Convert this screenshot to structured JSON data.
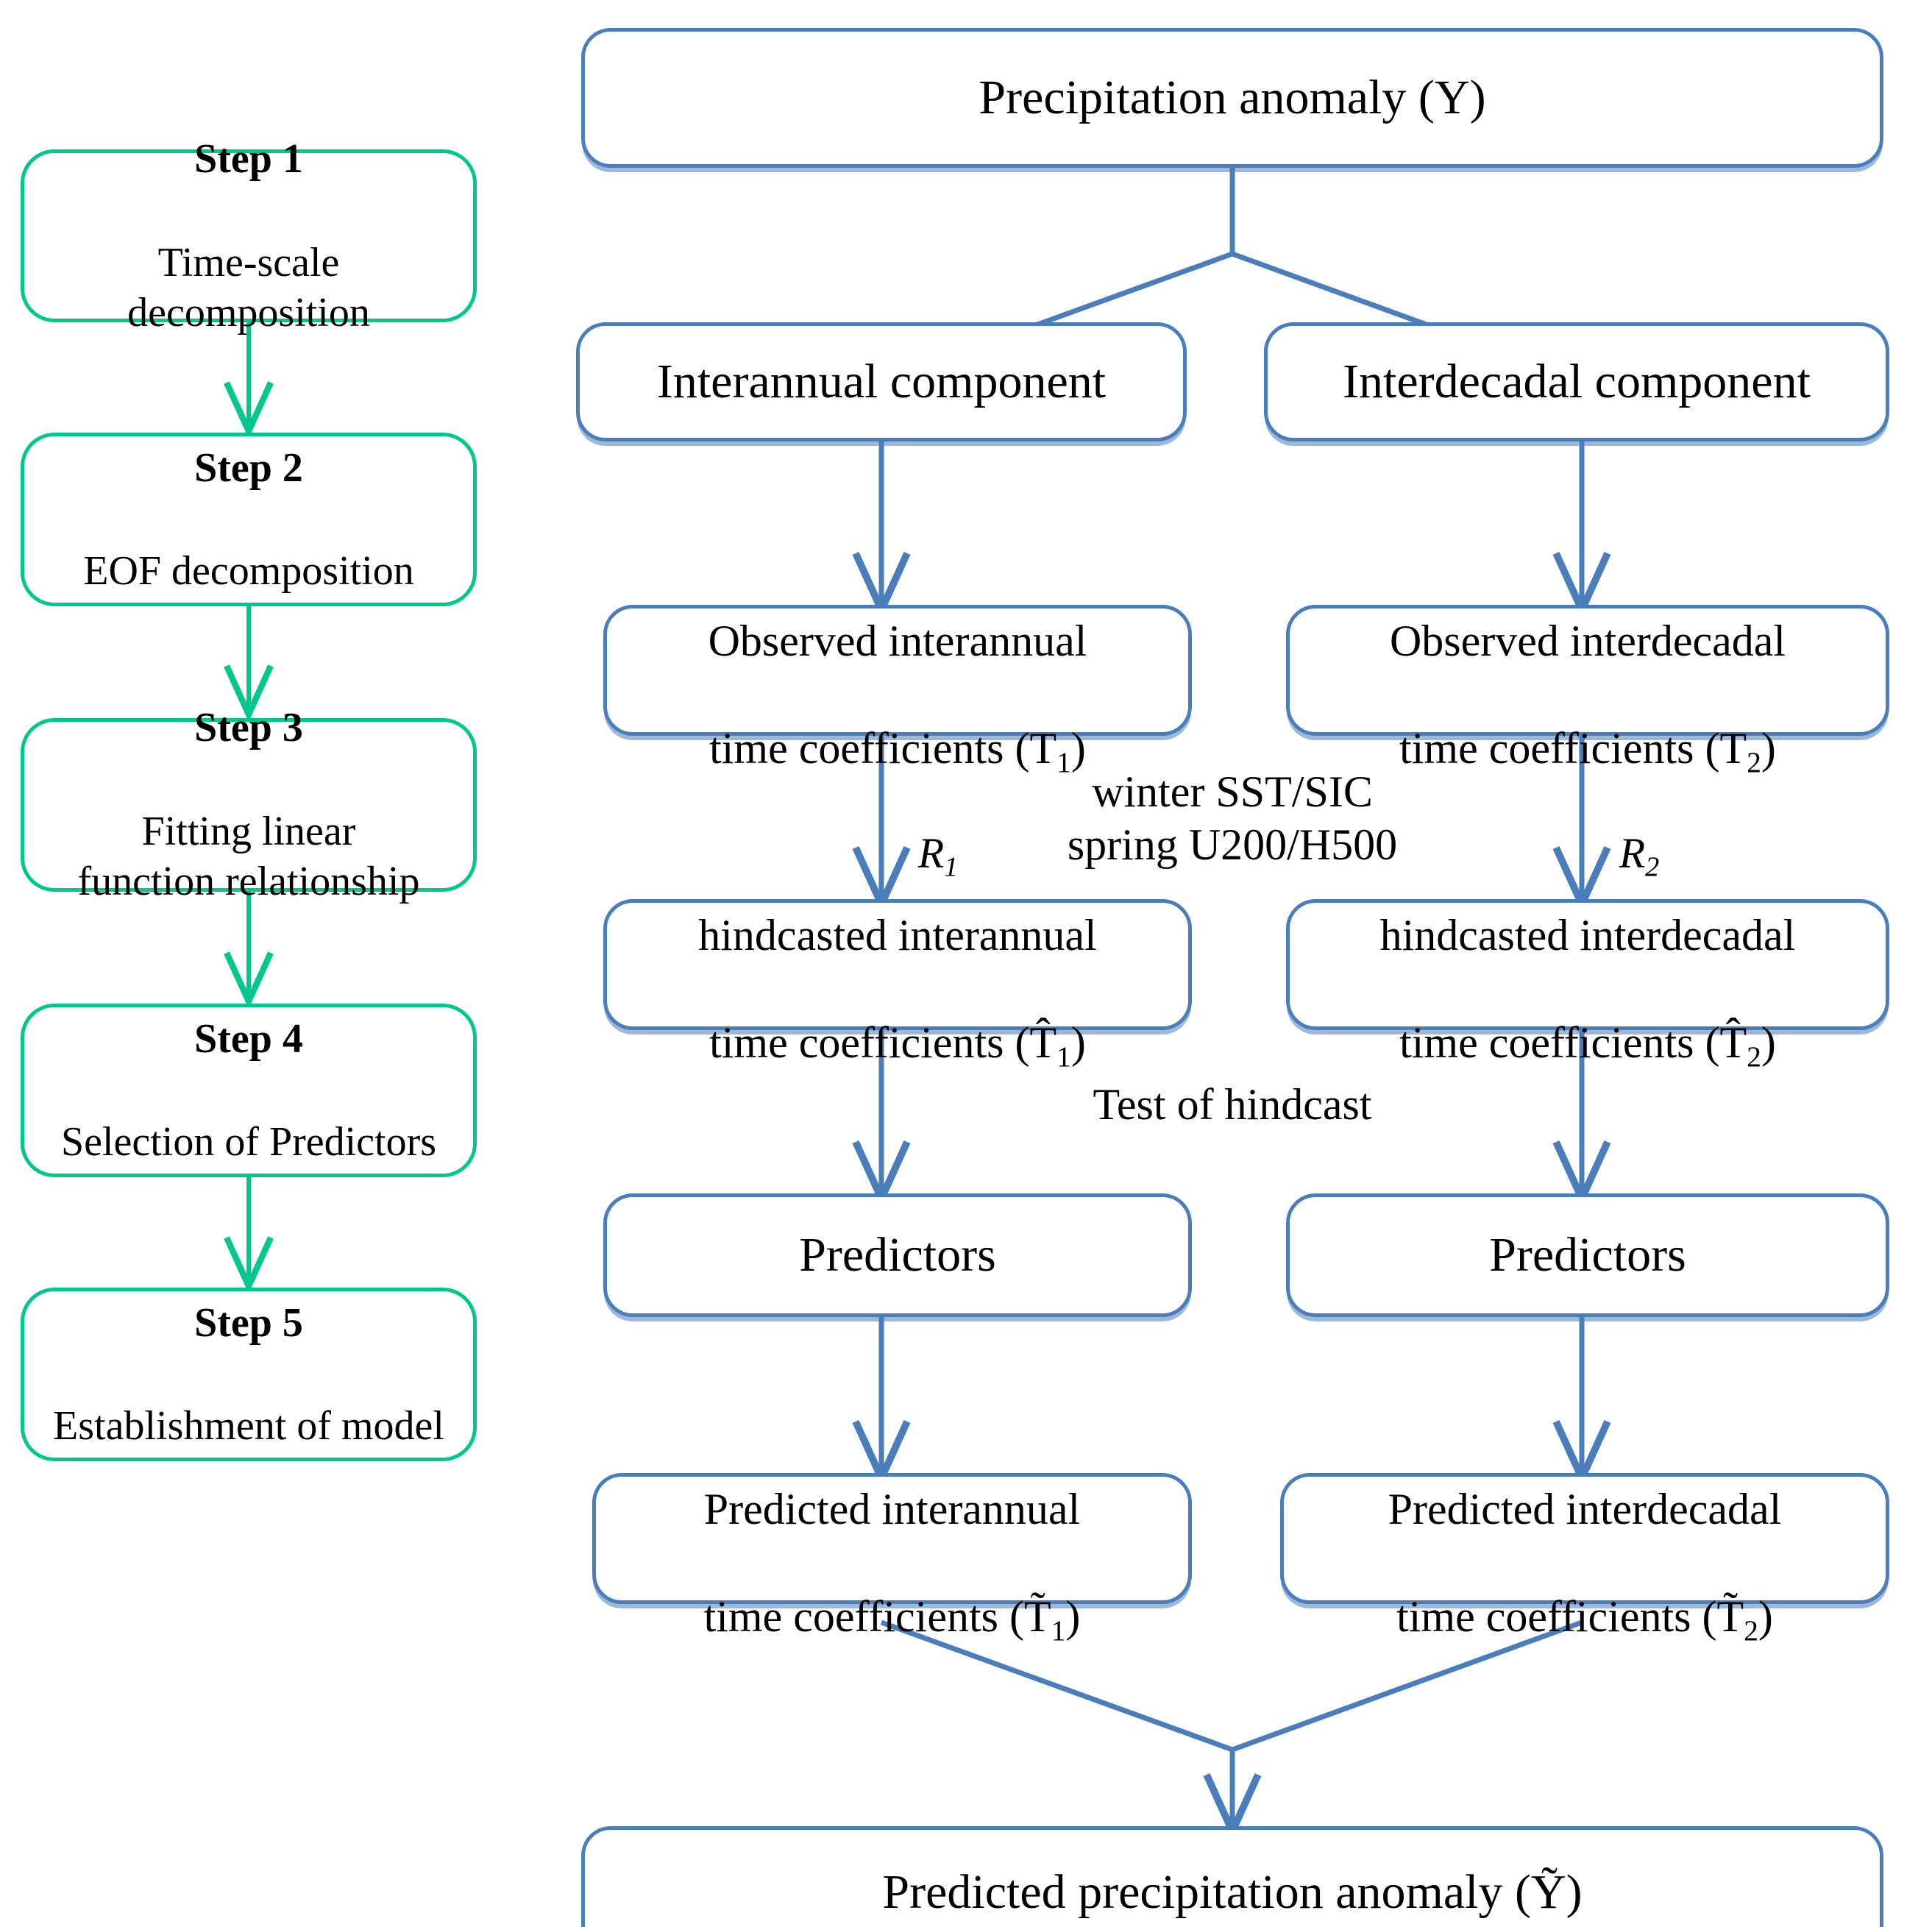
{
  "diagram": {
    "title": "Flowchart of the time-scale decomposition prediction model",
    "colors": {
      "step_border": "#00C78C",
      "flow_border": "#4A7EBB",
      "background": "#FFFFFF",
      "text": "#000000"
    }
  },
  "steps": [
    {
      "id": "step1",
      "title": "Step 1",
      "desc": "Time-scale\ndecomposition"
    },
    {
      "id": "step2",
      "title": "Step 2",
      "desc": "EOF decomposition"
    },
    {
      "id": "step3",
      "title": "Step 3",
      "desc": "Fitting linear\nfunction relationship"
    },
    {
      "id": "step4",
      "title": "Step 4",
      "desc": "Selection of Predictors"
    },
    {
      "id": "step5",
      "title": "Step 5",
      "desc": "Establishment of model"
    }
  ],
  "flow": {
    "root": {
      "id": "precip-anomaly",
      "label": "Precipitation anomaly (Y)"
    },
    "components": [
      {
        "id": "interannual-component",
        "label": "Interannual component"
      },
      {
        "id": "interdecadal-component",
        "label": "Interdecadal component"
      }
    ],
    "observed": [
      {
        "id": "observed-interannual",
        "line1": "Observed  interannual",
        "line2": "time coefficients (T",
        "sub": "1",
        "line2_end": ")"
      },
      {
        "id": "observed-interdecadal",
        "line1": "Observed  interdecadal",
        "line2": "time coefficients (T",
        "sub": "2",
        "line2_end": ")"
      }
    ],
    "hindcasted": [
      {
        "id": "hindcasted-interannual",
        "line1": "hindcasted  interannual",
        "line2": "time coefficients (T̂",
        "sub": "1",
        "line2_end": ")"
      },
      {
        "id": "hindcasted-interdecadal",
        "line1": "hindcasted  interdecadal",
        "line2": "time coefficients (T̂",
        "sub": "2",
        "line2_end": ")"
      }
    ],
    "predictors": [
      {
        "id": "predictors-interannual",
        "label": "Predictors"
      },
      {
        "id": "predictors-interdecadal",
        "label": "Predictors"
      }
    ],
    "predicted": [
      {
        "id": "predicted-interannual",
        "line1": "Predicted  interannual",
        "line2": "time coefficients (T̃",
        "sub": "1",
        "line2_end": ")"
      },
      {
        "id": "predicted-interdecadal",
        "line1": "Predicted  interdecadal",
        "line2": "time coefficients (T̃",
        "sub": "2",
        "line2_end": ")"
      }
    ],
    "result": {
      "id": "predicted-precip-anomaly",
      "label": "Predicted precipitation anomaly (Ỹ)"
    }
  },
  "annotations": {
    "r1": {
      "base": "R",
      "sub": "1"
    },
    "r2": {
      "base": "R",
      "sub": "2"
    },
    "predictor_sources": "winter SST/SIC\nspring U200/H500",
    "test_of_hindcast": "Test of hindcast"
  }
}
